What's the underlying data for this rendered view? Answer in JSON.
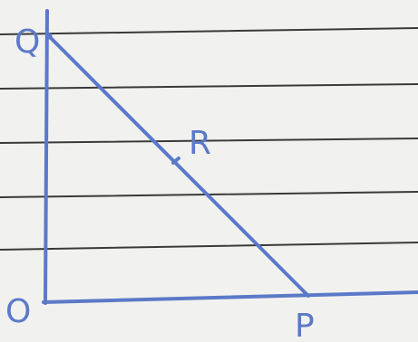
{
  "diagram": {
    "points": {
      "Q": {
        "label": "Q"
      },
      "O": {
        "label": "O"
      },
      "P": {
        "label": "P"
      },
      "R": {
        "label": "R"
      }
    },
    "colors": {
      "ink": "#5b79c8",
      "paper": "#f1f1ef",
      "rule": "#3a3a3a"
    }
  }
}
